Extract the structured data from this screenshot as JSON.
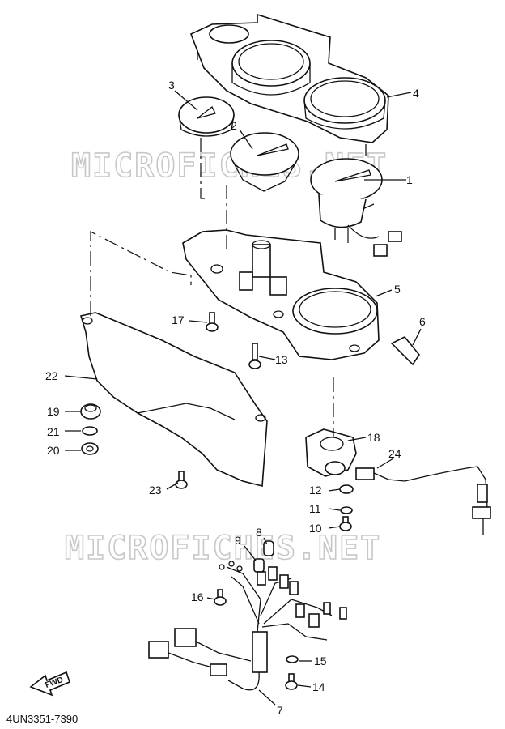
{
  "watermark": "MICROFICHES.NET",
  "diagram_code": "4UN3351-7390",
  "fwd_label": "FWD",
  "callouts": [
    "1",
    "2",
    "3",
    "4",
    "5",
    "6",
    "7",
    "8",
    "9",
    "10",
    "11",
    "12",
    "13",
    "14",
    "15",
    "16",
    "17",
    "18",
    "19",
    "20",
    "21",
    "22",
    "23",
    "24"
  ]
}
